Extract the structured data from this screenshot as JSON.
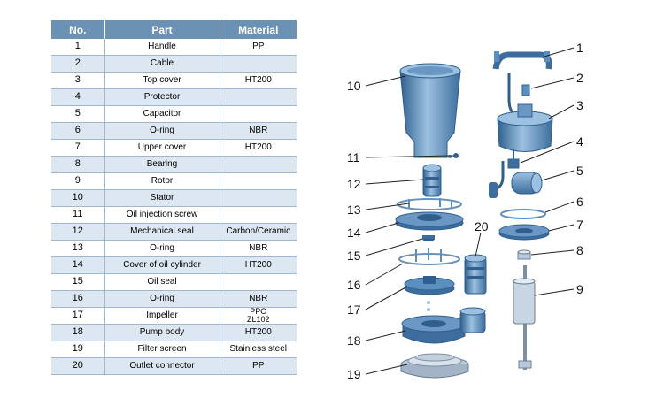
{
  "table": {
    "headers": [
      "No.",
      "Part",
      "Material"
    ],
    "rows": [
      {
        "no": "1",
        "part": "Handle",
        "material": "PP"
      },
      {
        "no": "2",
        "part": "Cable",
        "material": ""
      },
      {
        "no": "3",
        "part": "Top cover",
        "material": "HT200"
      },
      {
        "no": "4",
        "part": "Protector",
        "material": ""
      },
      {
        "no": "5",
        "part": "Capacitor",
        "material": ""
      },
      {
        "no": "6",
        "part": "O-ring",
        "material": "NBR"
      },
      {
        "no": "7",
        "part": "Upper cover",
        "material": "HT200"
      },
      {
        "no": "8",
        "part": "Bearing",
        "material": ""
      },
      {
        "no": "9",
        "part": "Rotor",
        "material": ""
      },
      {
        "no": "10",
        "part": "Stator",
        "material": ""
      },
      {
        "no": "11",
        "part": "Oil injection screw",
        "material": ""
      },
      {
        "no": "12",
        "part": "Mechanical seal",
        "material": "Carbon/Ceramic"
      },
      {
        "no": "13",
        "part": "O-ring",
        "material": "NBR"
      },
      {
        "no": "14",
        "part": "Cover of oil cylinder",
        "material": "HT200"
      },
      {
        "no": "15",
        "part": "Oil seal",
        "material": ""
      },
      {
        "no": "16",
        "part": "O-ring",
        "material": "NBR"
      },
      {
        "no": "17",
        "part": "Impeller",
        "material": "PPO\nZL102"
      },
      {
        "no": "18",
        "part": "Pump body",
        "material": "HT200"
      },
      {
        "no": "19",
        "part": "Filter screen",
        "material": "Stainless steel"
      },
      {
        "no": "20",
        "part": "Outlet connector",
        "material": "PP"
      }
    ]
  },
  "diagram": {
    "callouts": [
      "1",
      "2",
      "3",
      "4",
      "5",
      "6",
      "7",
      "8",
      "9",
      "10",
      "11",
      "12",
      "13",
      "14",
      "15",
      "16",
      "17",
      "18",
      "19",
      "20"
    ]
  },
  "colors": {
    "header_bg": "#6b91b5",
    "row_alt_bg": "#dde7f1",
    "part_fill": "#5a8fc0",
    "part_light": "#9cc1e0",
    "part_dark": "#2f5f8f"
  }
}
